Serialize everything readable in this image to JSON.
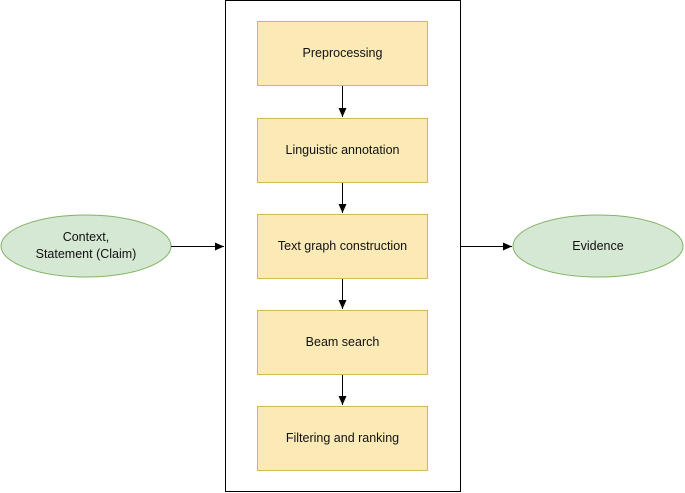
{
  "input_node": {
    "line1": "Context,",
    "line2": "Statement (Claim)"
  },
  "output_node": {
    "label": "Evidence"
  },
  "steps": [
    {
      "label": "Preprocessing"
    },
    {
      "label": "Linguistic annotation"
    },
    {
      "label": "Text graph construction"
    },
    {
      "label": "Beam search"
    },
    {
      "label": "Filtering and ranking"
    }
  ],
  "colors": {
    "step_fill": "#fbeab5",
    "step_stroke": "#d6b656",
    "ellipse_fill": "#d5e8d4",
    "ellipse_stroke": "#82b366",
    "frame_stroke": "#000000",
    "arrow": "#000000"
  }
}
